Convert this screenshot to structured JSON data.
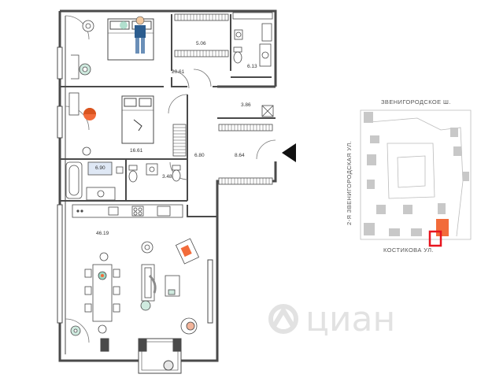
{
  "rooms": [
    {
      "id": "bedroom-1",
      "area": "20.61"
    },
    {
      "id": "closet-1",
      "area": "5.06"
    },
    {
      "id": "bathroom-1",
      "area": "6.13"
    },
    {
      "id": "laundry",
      "area": "3.86"
    },
    {
      "id": "bedroom-2",
      "area": "16.61"
    },
    {
      "id": "corridor",
      "area": "6.80"
    },
    {
      "id": "hall",
      "area": "8.64"
    },
    {
      "id": "bathroom-2",
      "area": "6.90"
    },
    {
      "id": "wc",
      "area": "3.48"
    },
    {
      "id": "living",
      "area": "46.19"
    }
  ],
  "locator": {
    "street_top": "ЗВЕНИГОРОДСКОЕ Ш.",
    "street_left": "2-Я ЗВЕНИГОРОДСКАЯ УЛ.",
    "street_bottom": "КОСТИКОВА УЛ."
  },
  "colors": {
    "wall": "#4a4a4a",
    "highlight": "#f26b3a",
    "marker": "#e8141e",
    "block": "#c8c8c8"
  },
  "icons": [
    "entrance-arrow-icon",
    "bed-icon",
    "person-icon",
    "toilet-icon",
    "bathtub-icon",
    "sink-icon",
    "stove-icon",
    "sofa-icon",
    "armchair-icon",
    "dining-table-icon",
    "plant-icon",
    "watermark-logo-icon"
  ],
  "watermark": "циан"
}
